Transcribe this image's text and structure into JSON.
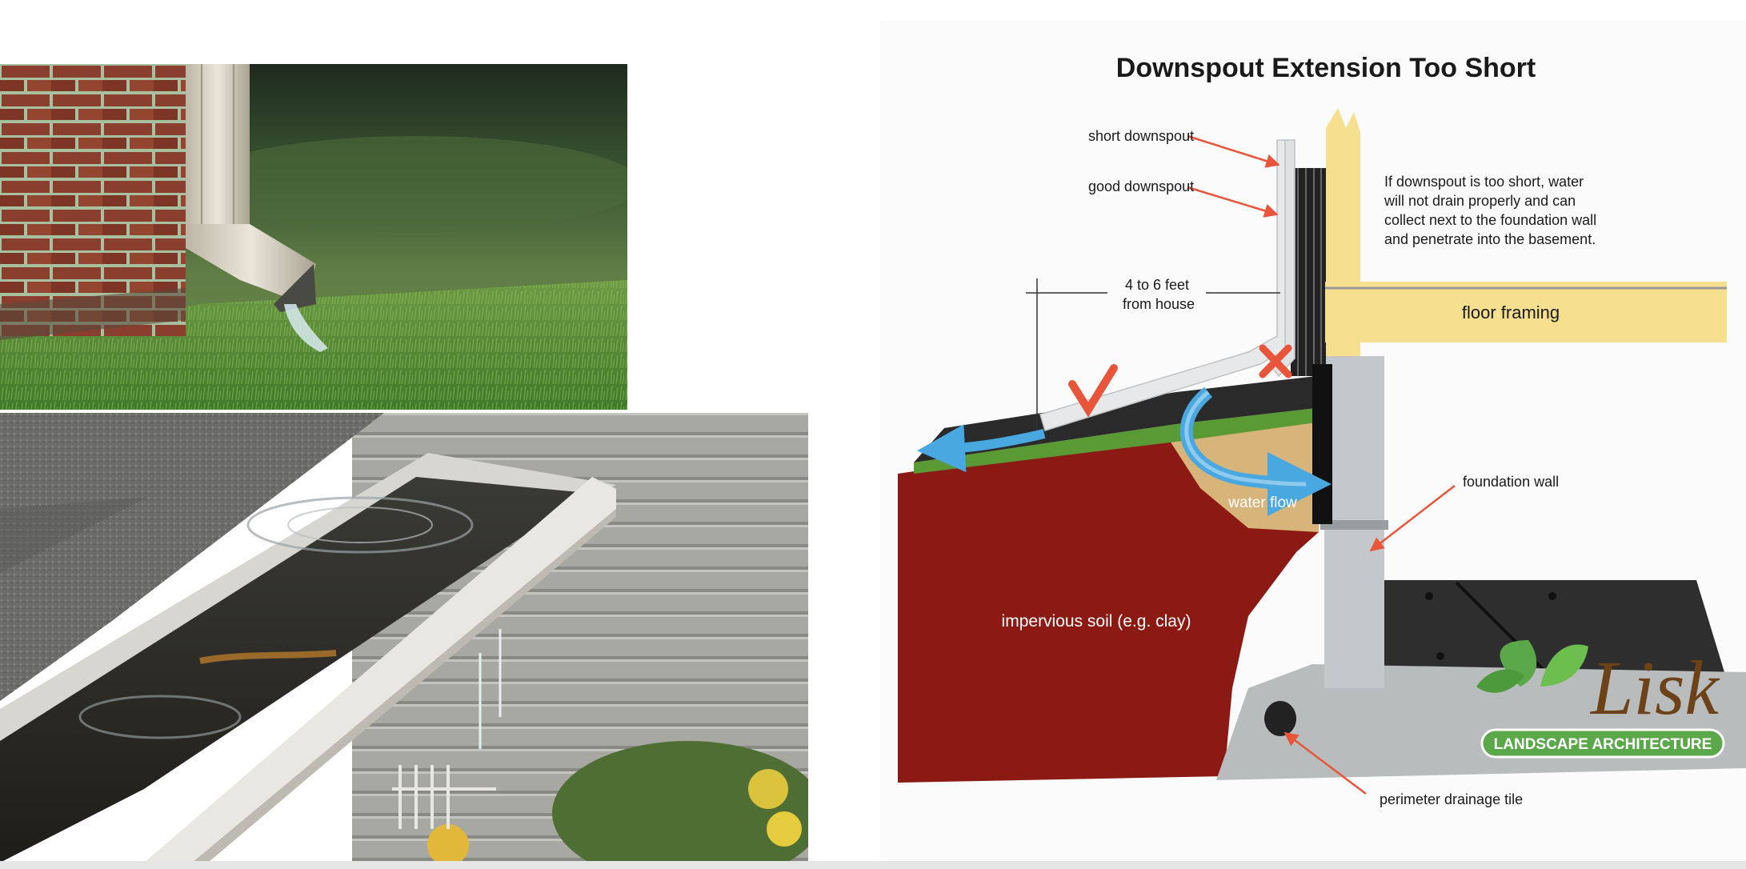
{
  "diagram": {
    "title": "Downspout Extension Too Short",
    "labels": {
      "short_downspout": "short downspout",
      "good_downspout": "good downspout",
      "distance_line1": "4 to 6 feet",
      "distance_line2": "from house",
      "note_line1": "If downspout is too short, water",
      "note_line2": "will not drain properly and can",
      "note_line3": "collect next to the foundation wall",
      "note_line4": "and penetrate into the basement.",
      "floor_framing": "floor framing",
      "foundation_wall": "foundation wall",
      "water_flow": "water flow",
      "impervious_soil": "impervious soil (e.g. clay)",
      "perimeter_tile": "perimeter drainage tile"
    },
    "colors": {
      "soil": "#8b1a14",
      "grass": "#5a9a35",
      "sand": "#d7b47a",
      "water": "#4aa8e0",
      "wood": "#f6df8e",
      "concrete": "#c4c8ca",
      "arrow_red": "#e8553b"
    }
  },
  "logo": {
    "name": "Lisk",
    "tagline": "LANDSCAPE ARCHITECTURE"
  },
  "photos": {
    "downspout_photo": "photo",
    "gutter_photo": "photo"
  }
}
